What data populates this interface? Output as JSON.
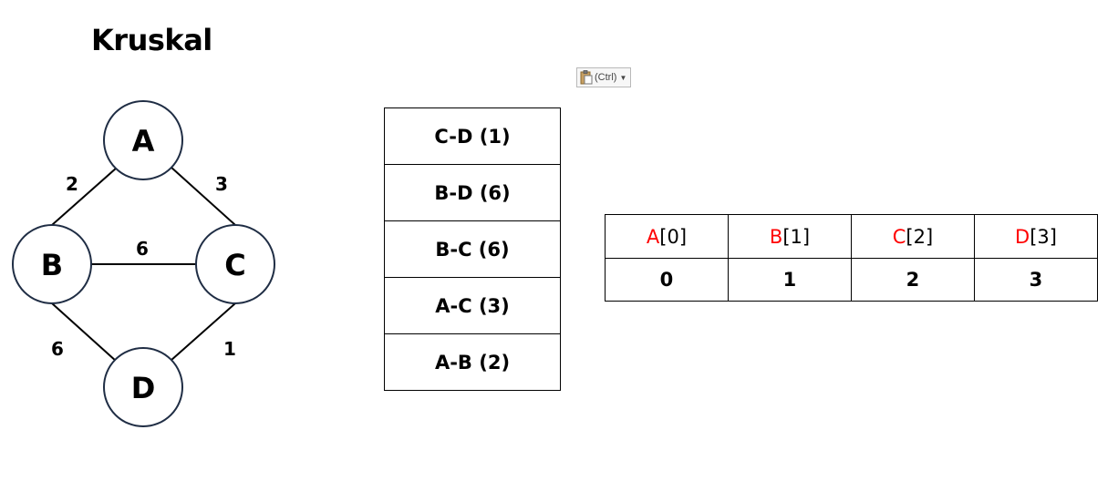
{
  "title": "Kruskal",
  "paste_options": {
    "label": "(Ctrl)",
    "icon": "clipboard-icon"
  },
  "graph": {
    "nodes": [
      "A",
      "B",
      "C",
      "D"
    ],
    "edges": [
      {
        "from": "A",
        "to": "B",
        "weight": "2"
      },
      {
        "from": "A",
        "to": "C",
        "weight": "3"
      },
      {
        "from": "B",
        "to": "C",
        "weight": "6"
      },
      {
        "from": "B",
        "to": "D",
        "weight": "6"
      },
      {
        "from": "C",
        "to": "D",
        "weight": "1"
      }
    ],
    "node_stroke": "#1f2d44"
  },
  "sorted_edges": [
    "C-D (1)",
    "B-D (6)",
    "B-C (6)",
    "A-C (3)",
    "A-B (2)"
  ],
  "parent_table": {
    "headers": [
      {
        "name": "A",
        "index": "[0]"
      },
      {
        "name": "B",
        "index": "[1]"
      },
      {
        "name": "C",
        "index": "[2]"
      },
      {
        "name": "D",
        "index": "[3]"
      }
    ],
    "values": [
      "0",
      "1",
      "2",
      "3"
    ],
    "name_color": "#ff0000"
  }
}
